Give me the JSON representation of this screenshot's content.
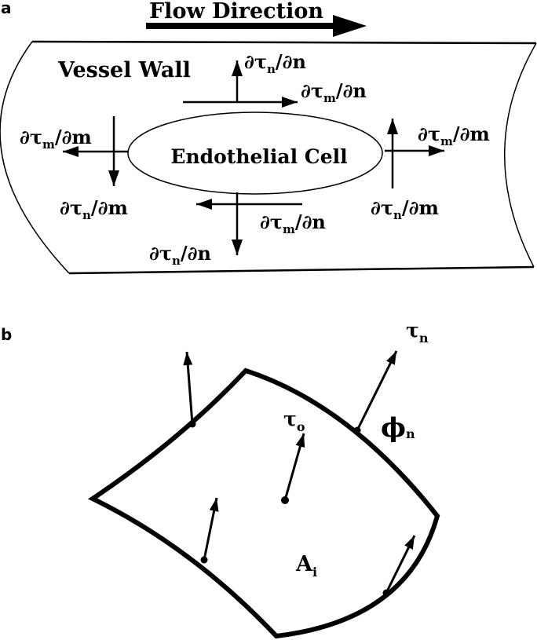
{
  "figure": {
    "panel_a": {
      "label": "a",
      "flow_direction": "Flow Direction",
      "vessel_wall": "Vessel Wall",
      "endothelial_cell": "Endothelial Cell",
      "gradients": {
        "top_normal": {
          "pre": "∂τ",
          "sub": "n",
          "post": "/∂n"
        },
        "top_tangential": {
          "pre": "∂τ",
          "sub": "m",
          "post": "/∂n"
        },
        "left_tangential": {
          "pre": "∂τ",
          "sub": "m",
          "post": "/∂m"
        },
        "left_normal": {
          "pre": "∂τ",
          "sub": "n",
          "post": "/∂m"
        },
        "right_tangential": {
          "pre": "∂τ",
          "sub": "m",
          "post": "/∂m"
        },
        "right_normal": {
          "pre": "∂τ",
          "sub": "n",
          "post": "/∂m"
        },
        "bottom_tangential": {
          "pre": "∂τ",
          "sub": "m",
          "post": "/∂n"
        },
        "bottom_normal": {
          "pre": "∂τ",
          "sub": "n",
          "post": "/∂n"
        }
      }
    },
    "panel_b": {
      "label": "b",
      "tau_n": {
        "pre": "τ",
        "sub": "n"
      },
      "phi_n": {
        "pre": "ϕ",
        "sub": "n"
      },
      "tau_o": {
        "pre": "τ",
        "sub": "o"
      },
      "area": {
        "pre": "A",
        "sub": "i"
      }
    }
  },
  "colors": {
    "ink": "#000000",
    "background": "#ffffff"
  }
}
